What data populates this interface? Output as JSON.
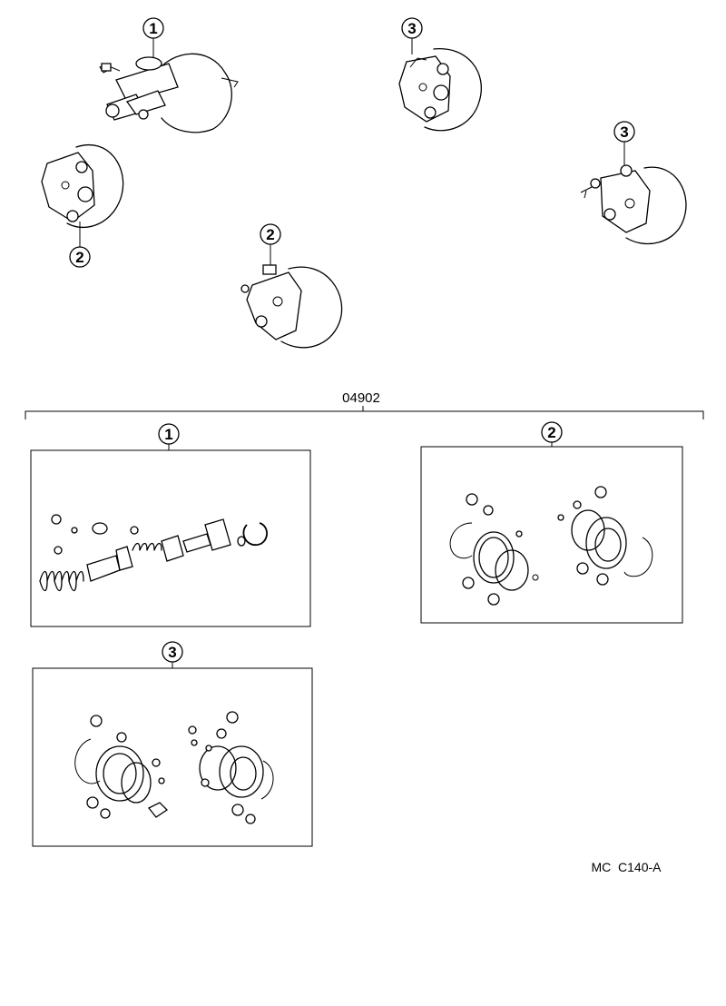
{
  "group_label": "04902",
  "figure_code": "MC  C140-A",
  "callouts": {
    "master_cylinder": "1",
    "front_left_caliper": "2",
    "front_center_caliper": "2",
    "rear_top_caliper": "3",
    "rear_right_caliper": "3"
  },
  "kits": [
    {
      "callout": "1"
    },
    {
      "callout": "2"
    },
    {
      "callout": "3"
    }
  ]
}
